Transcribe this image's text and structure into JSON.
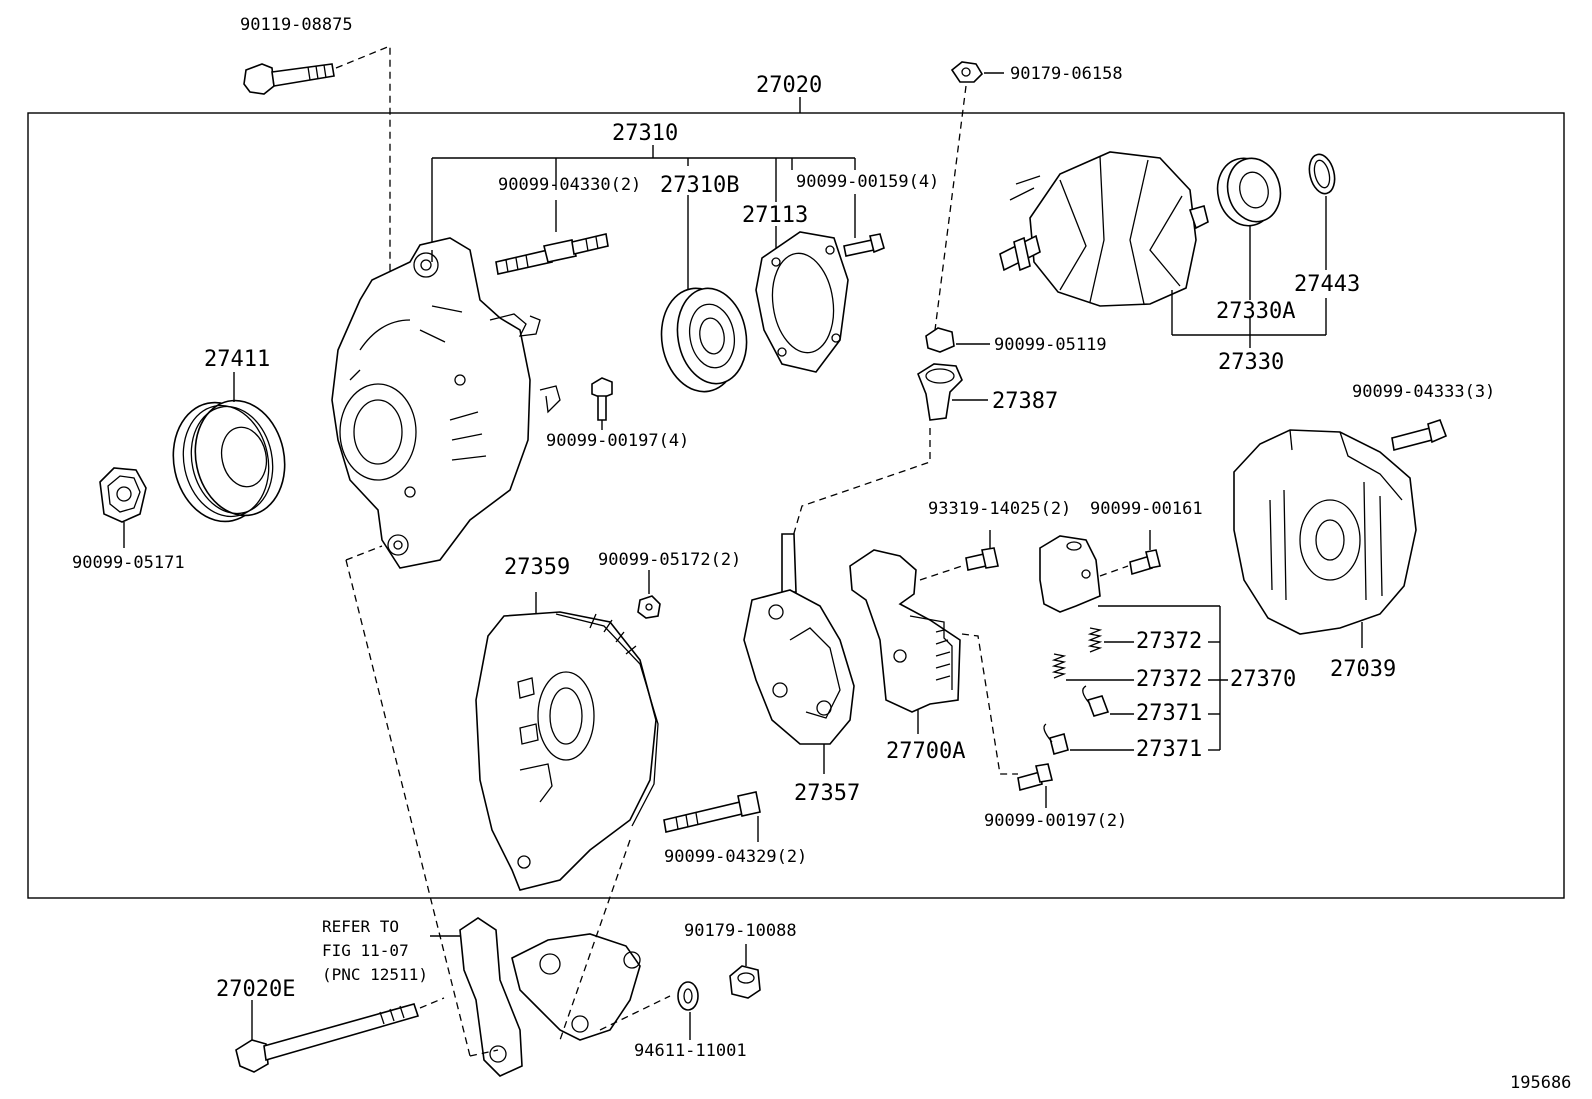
{
  "diagram": {
    "assembly_number": "27020",
    "figure_number": "195686",
    "labels": {
      "p90119_08875": "90119-08875",
      "p90179_06158": "90179-06158",
      "p27310": "27310",
      "p90099_04330": "90099-04330(2)",
      "p27310B": "27310B",
      "p27113": "27113",
      "p90099_00159": "90099-00159(4)",
      "p27411": "27411",
      "p90099_05171": "90099-05171",
      "p90099_00197_4": "90099-00197(4)",
      "p90099_05119": "90099-05119",
      "p27387": "27387",
      "p27330A": "27330A",
      "p27443": "27443",
      "p27330": "27330",
      "p90099_04333": "90099-04333(3)",
      "p27359": "27359",
      "p90099_05172": "90099-05172(2)",
      "p93319_14025": "93319-14025(2)",
      "p90099_00161": "90099-00161",
      "p27372a": "27372",
      "p27372b": "27372",
      "p27370": "27370",
      "p27371a": "27371",
      "p27371b": "27371",
      "p27039": "27039",
      "p27700A": "27700A",
      "p27357": "27357",
      "p90099_00197_2": "90099-00197(2)",
      "p90099_04329": "90099-04329(2)",
      "p90179_10088": "90179-10088",
      "p27020E": "27020E",
      "p94611_11001": "94611-11001"
    },
    "refer_note": {
      "line1": "REFER TO",
      "line2": "FIG 11-07",
      "line3": "(PNC 12511)"
    }
  }
}
